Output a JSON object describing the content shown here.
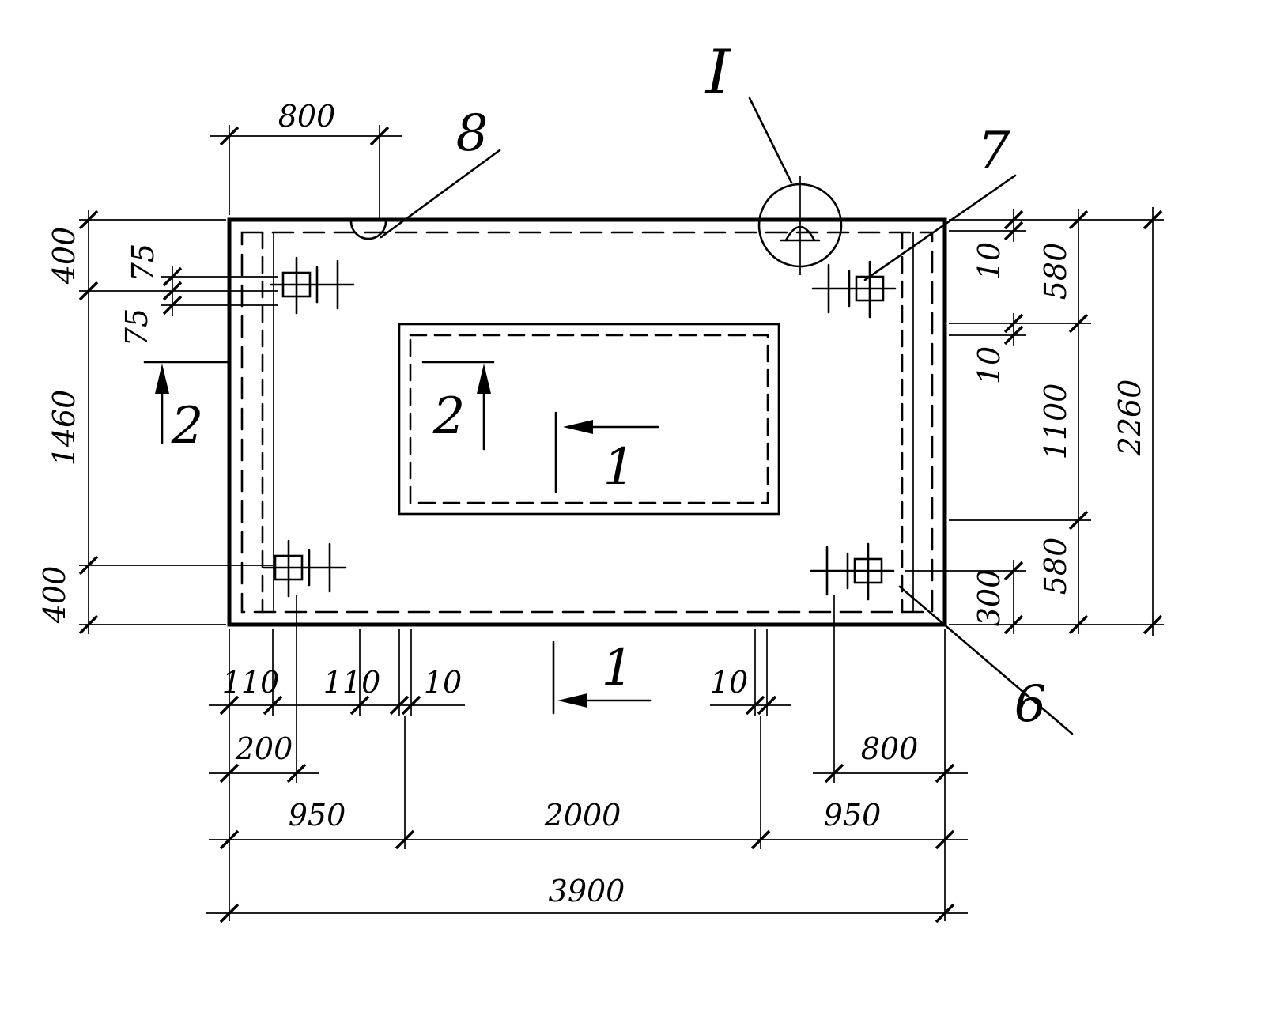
{
  "drawing": {
    "ink": "#000000",
    "paper": "#ffffff",
    "callouts": {
      "detail": "I",
      "n8": "8",
      "n7": "7",
      "n6": "6"
    },
    "sections": {
      "s2_outer": "2",
      "s2_inner": "2",
      "s1_inner": "1",
      "s1_bottom": "1"
    },
    "dims": {
      "top_800": "800",
      "left_400_top": "400",
      "left_75_a": "75",
      "left_75_b": "75",
      "left_1460": "1460",
      "left_400_bottom": "400",
      "right_10_top": "10",
      "right_580_top": "580",
      "right_10_mid": "10",
      "right_1100": "1100",
      "right_580_bottom": "580",
      "right_300": "300",
      "right_2260": "2260",
      "bottom_110_a": "110",
      "bottom_110_b": "110",
      "bottom_10_left": "10",
      "bottom_10_right": "10",
      "bottom_200": "200",
      "bottom_800": "800",
      "bottom_950_left": "950",
      "bottom_2000": "2000",
      "bottom_950_right": "950",
      "bottom_3900": "3900"
    }
  }
}
